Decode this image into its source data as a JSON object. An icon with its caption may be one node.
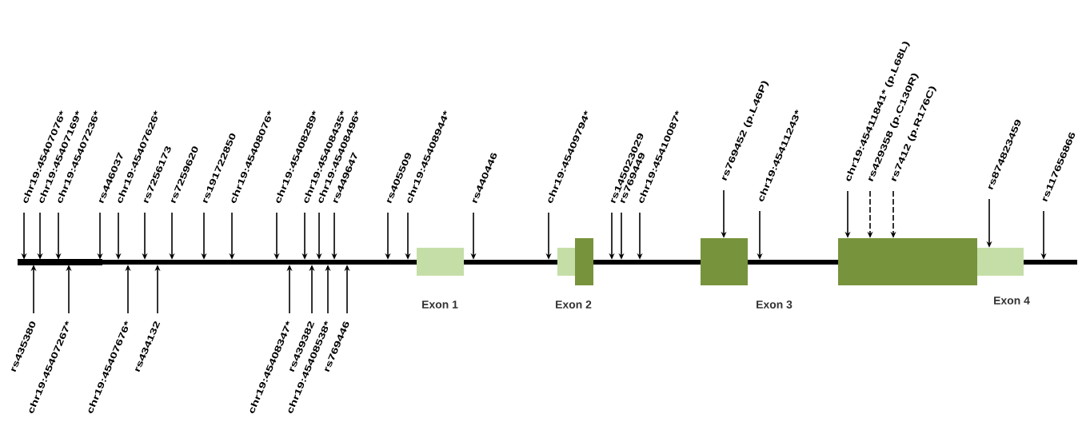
{
  "diagram": {
    "nodes": [
      {
        "text": [
          "chr19:45407076*"
        ]
      },
      {
        "text": [
          "chr19:45407169*"
        ]
      },
      {
        "text": [
          "chr19:45407236*"
        ]
      },
      {
        "text": [
          "rs446037"
        ]
      },
      {
        "text": [
          "chr19:45407626*"
        ]
      },
      {
        "text": [
          "rs7256173"
        ]
      },
      {
        "text": [
          "rs7259620"
        ]
      },
      {
        "text": [
          "rs191722850"
        ]
      },
      {
        "text": [
          "chr19:45408076*"
        ]
      },
      {
        "text": [
          "chr19:45408289*"
        ]
      },
      {
        "text": [
          "chr19:45408435*"
        ]
      },
      {
        "text": [
          "chr19:45408496*"
        ]
      },
      {
        "text": [
          "rs449647"
        ]
      },
      {
        "text": [
          "rs405509"
        ]
      },
      {
        "text": [
          "chr19:45408944*"
        ]
      },
      {
        "text": [
          "rs440446"
        ]
      },
      {
        "text": [
          "chr19:45409794*"
        ]
      },
      {
        "text": [
          "rs145023029"
        ]
      },
      {
        "text": [
          "rs769449"
        ]
      },
      {
        "text": [
          "chr19:45410087*"
        ]
      },
      {
        "text": [
          "rs769452 (p.L46P)"
        ]
      },
      {
        "text": [
          "chr19:45411243*"
        ]
      },
      {
        "text": [
          "chr19:45411841* (p.L68L)"
        ]
      },
      {
        "text": [
          "rs429358 (p.C130R)"
        ]
      },
      {
        "text": [
          "rs7412 (p.R176C)"
        ]
      },
      {
        "text": [
          "rs874823459"
        ]
      },
      {
        "text": [
          "rs117656866"
        ]
      },
      {
        "text": [],
        "shape": "bar"
      },
      {
        "text": [
          "Exon 1"
        ]
      },
      {
        "text": [
          "Exon 2"
        ]
      },
      {
        "text": [
          "Exon 3"
        ]
      },
      {
        "text": [],
        "shape": "box"
      },
      {
        "text": [
          "Exon 4"
        ]
      },
      {
        "text": [
          "rs435380"
        ]
      },
      {
        "text": [
          "chr19:45407267*"
        ]
      },
      {
        "text": [
          "chr19:45407676*"
        ]
      },
      {
        "text": [
          "rs434132"
        ]
      },
      {
        "text": [
          "chr19:45408347*"
        ]
      },
      {
        "text": [
          "rs439382"
        ]
      },
      {
        "text": [
          "chr19:45408538*"
        ]
      },
      {
        "text": [
          "rs769446"
        ]
      }
    ],
    "edges": [
      {
        "from": 0,
        "to": 27,
        "arrow": "to"
      },
      {
        "from": 1,
        "to": 27,
        "arrow": "to"
      },
      {
        "from": 2,
        "to": 27,
        "arrow": "to"
      },
      {
        "from": 3,
        "to": 27,
        "arrow": "to"
      },
      {
        "from": 4,
        "to": 27,
        "arrow": "to"
      },
      {
        "from": 5,
        "to": 27,
        "arrow": "to"
      },
      {
        "from": 6,
        "to": 27,
        "arrow": "to"
      },
      {
        "from": 7,
        "to": 27,
        "arrow": "to"
      },
      {
        "from": 8,
        "to": 27,
        "arrow": "to"
      },
      {
        "from": 9,
        "to": 27,
        "arrow": "to"
      },
      {
        "from": 10,
        "to": 27,
        "arrow": "to"
      },
      {
        "from": 11,
        "to": 27,
        "arrow": "to"
      },
      {
        "from": 12,
        "to": 27,
        "arrow": "to"
      },
      {
        "from": 13,
        "to": 27,
        "arrow": "to"
      },
      {
        "from": 14,
        "to": 27,
        "arrow": "to"
      },
      {
        "from": 15,
        "to": 27,
        "arrow": "to"
      },
      {
        "from": 16,
        "to": 27,
        "arrow": "to"
      },
      {
        "from": 17,
        "to": 27,
        "arrow": "to"
      },
      {
        "from": 18,
        "to": 27,
        "arrow": "to"
      },
      {
        "from": 19,
        "to": 27,
        "arrow": "to"
      },
      {
        "from": 20,
        "to": 30,
        "arrow": "to"
      },
      {
        "from": 21,
        "to": 27,
        "arrow": "to"
      },
      {
        "from": 22,
        "to": 31,
        "arrow": "to"
      },
      {
        "from": 23,
        "to": 31,
        "arrow": "to",
        "style": "dashed"
      },
      {
        "from": 24,
        "to": 31,
        "arrow": "to",
        "style": "dashed"
      },
      {
        "from": 25,
        "to": 32,
        "arrow": "to"
      },
      {
        "from": 26,
        "to": 27,
        "arrow": "to"
      },
      {
        "from": 33,
        "to": 27,
        "arrow": "to"
      },
      {
        "from": 34,
        "to": 27,
        "arrow": "to"
      },
      {
        "from": 35,
        "to": 27,
        "arrow": "to"
      },
      {
        "from": 36,
        "to": 27,
        "arrow": "to"
      },
      {
        "from": 37,
        "to": 27,
        "arrow": "to"
      },
      {
        "from": 38,
        "to": 27,
        "arrow": "to"
      },
      {
        "from": 39,
        "to": 27,
        "arrow": "to"
      },
      {
        "from": 40,
        "to": 27,
        "arrow": "to"
      }
    ]
  }
}
